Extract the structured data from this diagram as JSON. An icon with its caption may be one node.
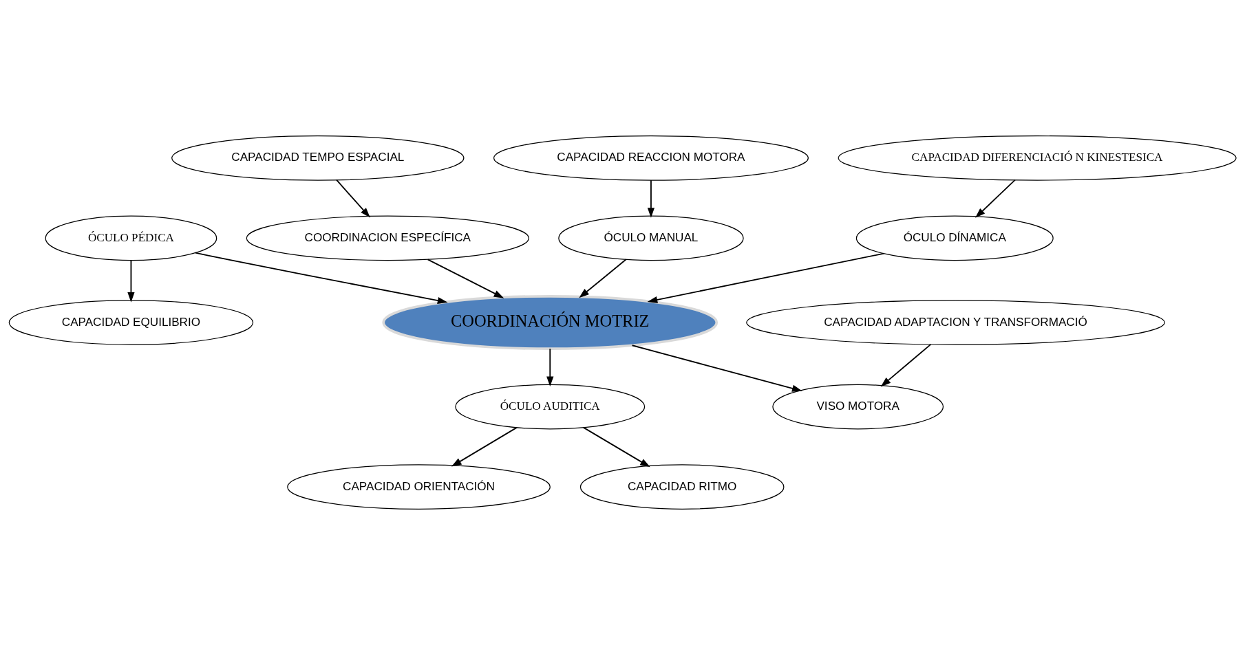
{
  "diagram": {
    "nodes": [
      {
        "text": [
          "CAPACIDAD EQUILIBRIO"
        ]
      },
      {
        "text": [
          "CAPACIDAD ORIENTACIÓN"
        ]
      },
      {
        "text": [
          "CAPACIDAD RITMO"
        ]
      },
      {
        "text": [
          "ÓCULO AUDITICA"
        ]
      },
      {
        "text": [
          "ÓCULO PÉDICA"
        ]
      },
      {
        "text": [
          "COORDINACION ESPECÍFICA"
        ]
      },
      {
        "text": [
          "CAPACIDAD TEMPO ESPACIAL"
        ]
      },
      {
        "text": [
          "CAPACIDAD REACCION MOTORA"
        ]
      },
      {
        "text": [
          "COORDINACIÓN MOTRIZ"
        ]
      },
      {
        "text": [
          "VISO MOTORA"
        ]
      },
      {
        "text": [
          "ÓCULO MANUAL"
        ]
      },
      {
        "text": [
          "ÓCULO DÍNAMICA"
        ]
      },
      {
        "text": [
          "CAPACIDAD ADAPTACION Y TRANSFORMACIÓ"
        ]
      },
      {
        "text": [
          "CAPACIDAD DIFERENCIACIÓ N KINESTESICA"
        ]
      }
    ],
    "edges": [
      {
        "from": 4,
        "to": 0,
        "arrow": "to"
      },
      {
        "from": 3,
        "to": 1,
        "arrow": "to"
      },
      {
        "from": 3,
        "to": 2,
        "arrow": "to"
      },
      {
        "from": 4,
        "to": 8,
        "arrow": "to"
      },
      {
        "from": 8,
        "to": 3,
        "arrow": "to"
      },
      {
        "from": 5,
        "to": 8,
        "arrow": "to"
      },
      {
        "from": 6,
        "to": 5,
        "arrow": "to"
      },
      {
        "from": 7,
        "to": 10,
        "arrow": "to"
      },
      {
        "from": 10,
        "to": 8,
        "arrow": "to"
      },
      {
        "from": 8,
        "to": 9,
        "arrow": "to"
      },
      {
        "from": 12,
        "to": 9,
        "arrow": "to"
      },
      {
        "from": 11,
        "to": 8,
        "arrow": "to"
      },
      {
        "from": 13,
        "to": 11,
        "arrow": "to"
      }
    ]
  }
}
